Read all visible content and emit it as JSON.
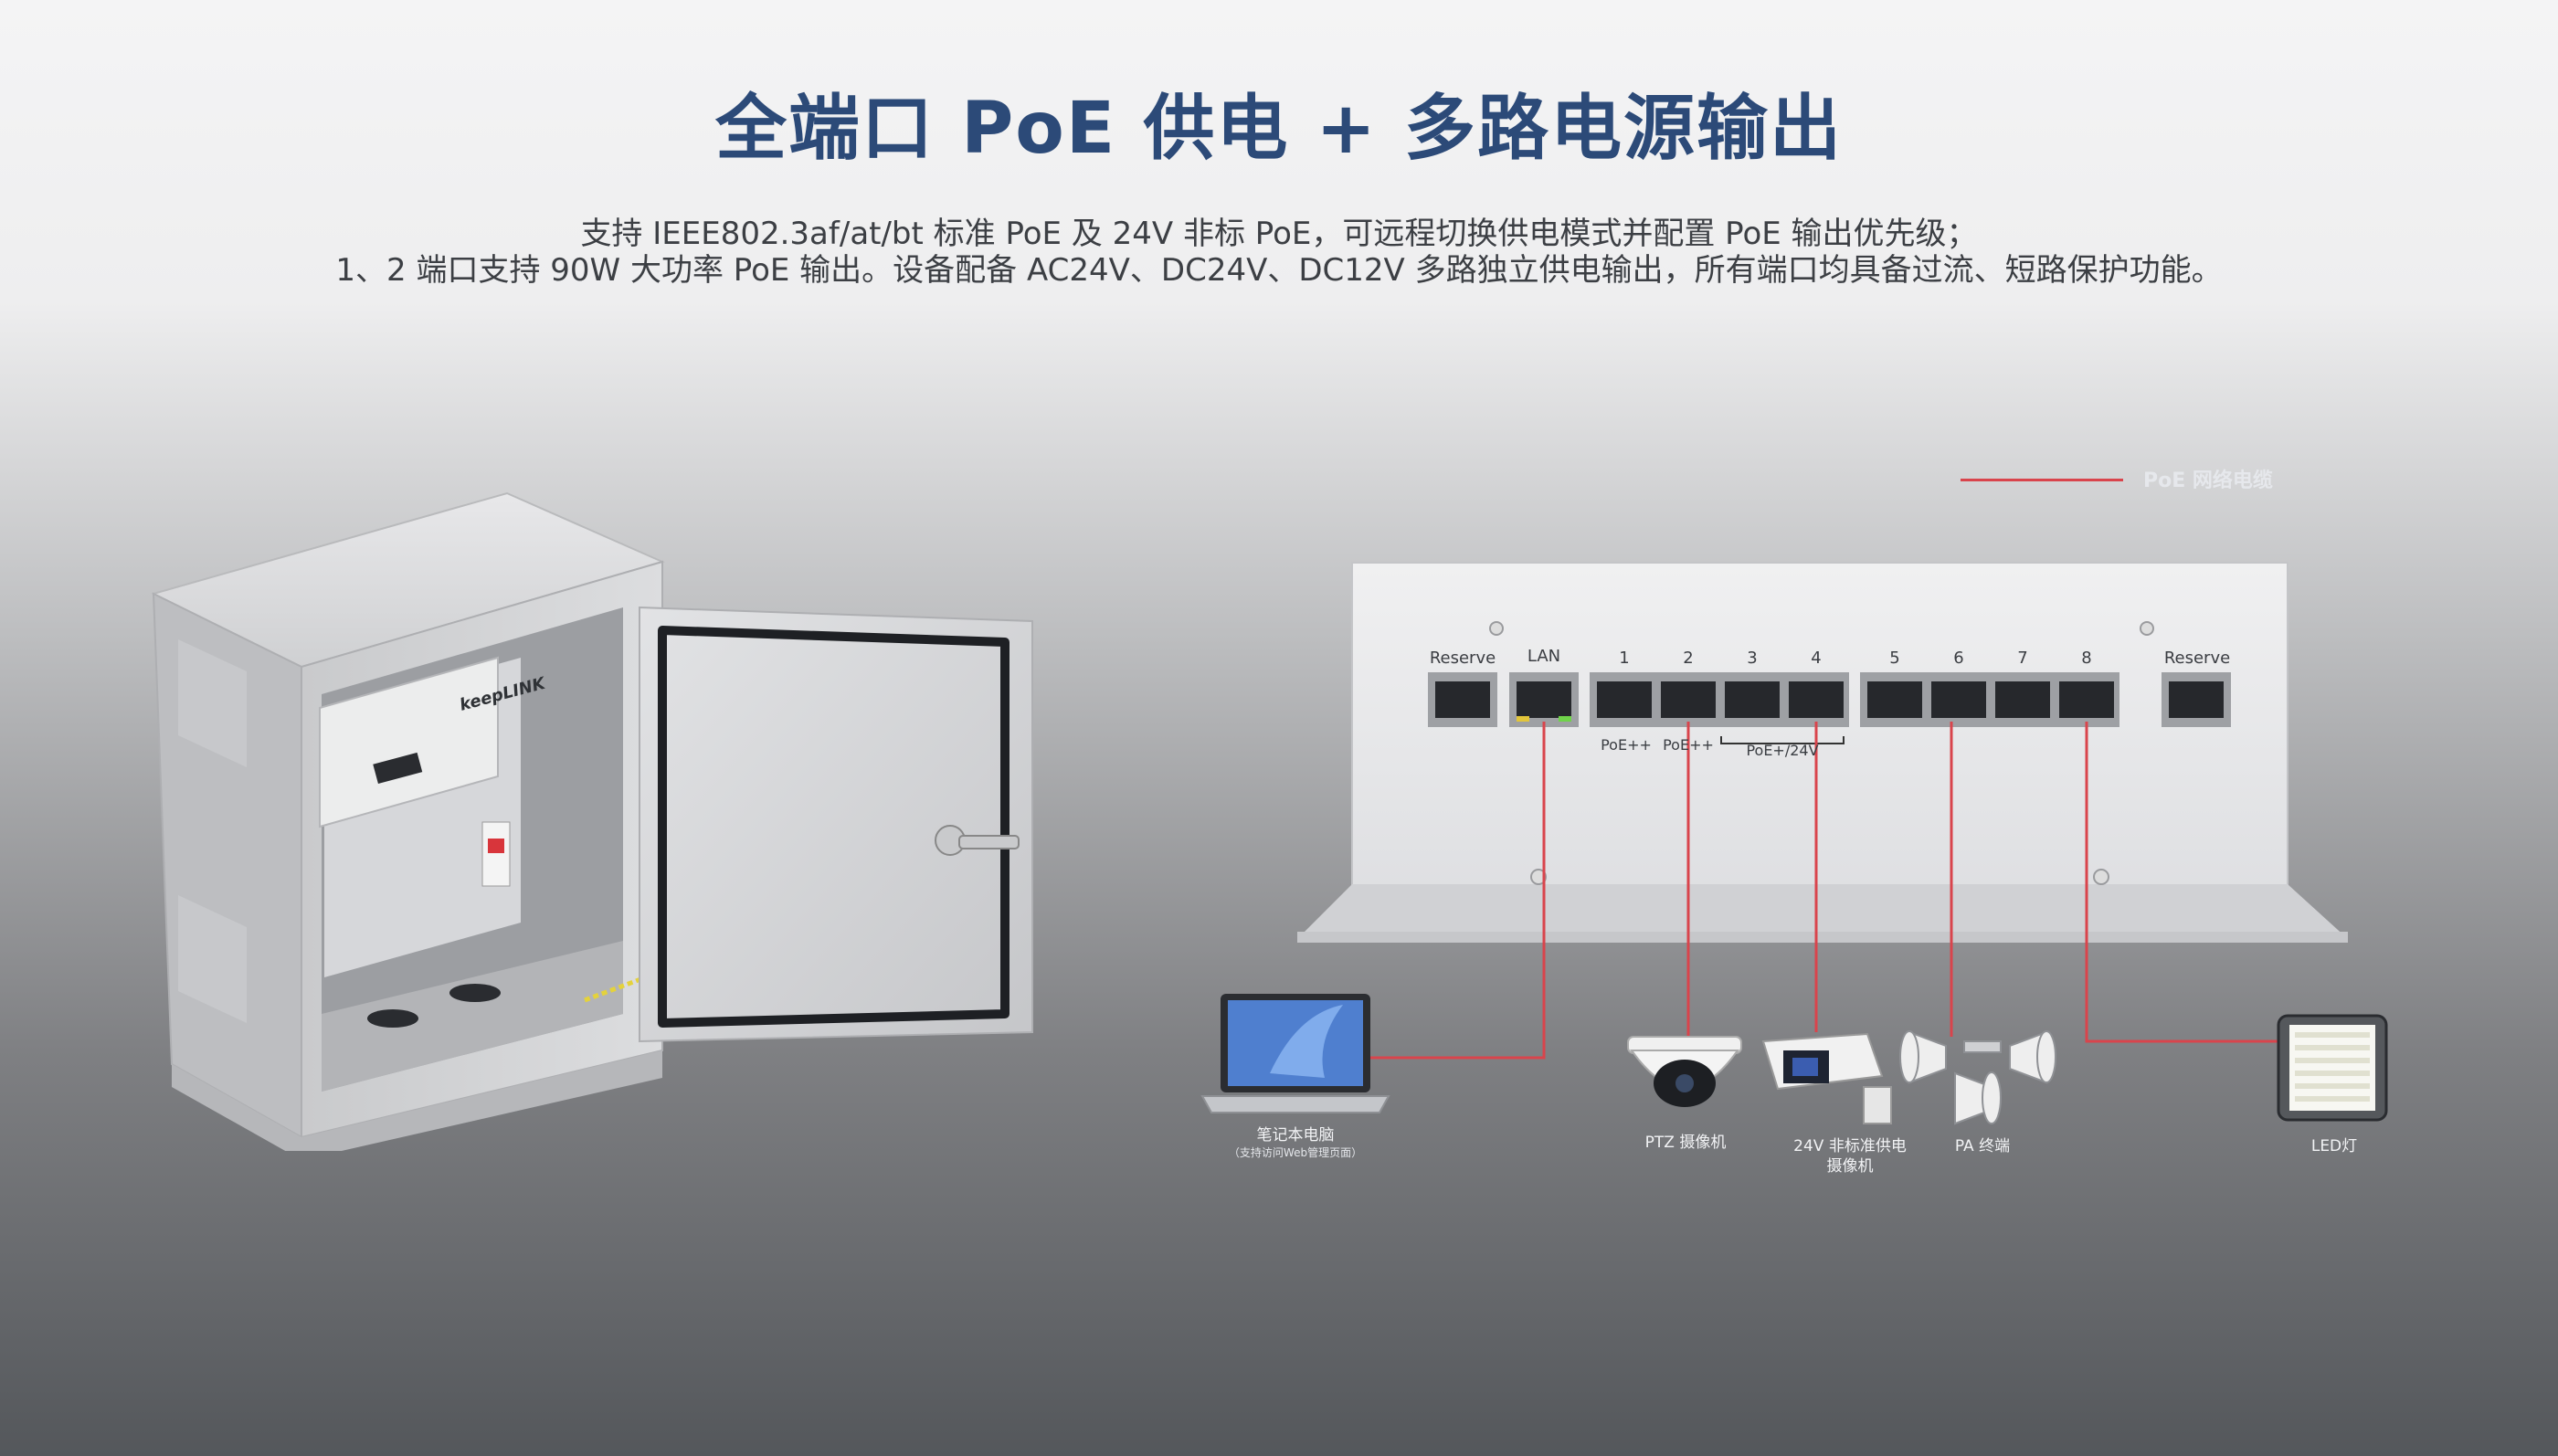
{
  "title": "全端口 PoE 供电 + 多路电源输出",
  "description": {
    "line1": "支持 IEEE802.3af/at/bt 标准 PoE 及 24V 非标 PoE，可远程切换供电模式并配置 PoE 输出优先级；",
    "line2": "1、2 端口支持 90W 大功率 PoE 输出。设备配备 AC24V、DC24V、DC12V 多路独立供电输出，所有端口均具备过流、短路保护功能。"
  },
  "legend": {
    "label": "PoE 网络电缆",
    "color": "#d9444c"
  },
  "enclosure": {
    "brand_logo": "keepLINK"
  },
  "switch": {
    "reserve_left": "Reserve",
    "lan": "LAN",
    "reserve_right": "Reserve",
    "ports": [
      "1",
      "2",
      "3",
      "4",
      "5",
      "6",
      "7",
      "8"
    ],
    "port_groups": [
      "PoE++",
      "PoE++",
      "PoE+/24V"
    ]
  },
  "devices": {
    "laptop": {
      "label": "笔记本电脑",
      "sublabel": "（支持访问Web管理页面）"
    },
    "ptz": {
      "label": "PTZ 摄像机"
    },
    "nonstd_cam": {
      "label_line1": "24V 非标准供电",
      "label_line2": "摄像机"
    },
    "pa": {
      "label": "PA 终端"
    },
    "led": {
      "label": "LED灯"
    }
  },
  "icons": [
    "arrow-curve-icon",
    "laptop-icon",
    "dome-camera-icon",
    "box-camera-icon",
    "speaker-horn-icon",
    "led-flood-light-icon",
    "screw-icon",
    "rj45-port-icon"
  ],
  "colors": {
    "title": "#2c4a78",
    "cable": "#d9444c",
    "arrow": "#3f8fd0"
  }
}
